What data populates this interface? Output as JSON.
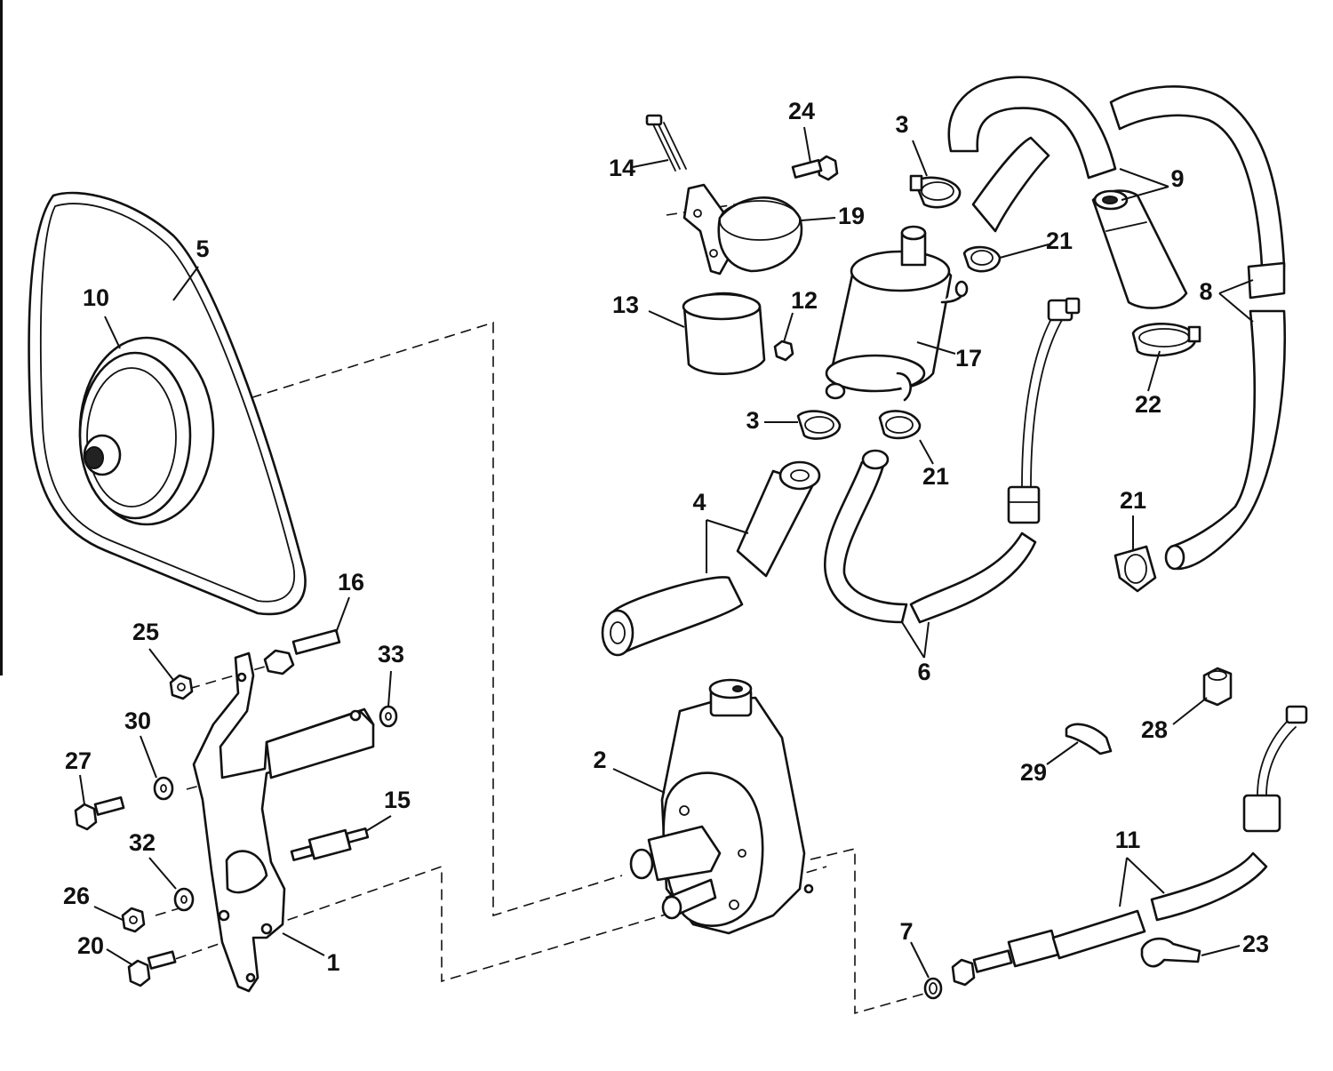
{
  "callouts": [
    {
      "id": "c1",
      "text": "1"
    },
    {
      "id": "c2",
      "text": "2"
    },
    {
      "id": "c3a",
      "text": "3"
    },
    {
      "id": "c3b",
      "text": "3"
    },
    {
      "id": "c4",
      "text": "4"
    },
    {
      "id": "c5",
      "text": "5"
    },
    {
      "id": "c6",
      "text": "6"
    },
    {
      "id": "c7",
      "text": "7"
    },
    {
      "id": "c8",
      "text": "8"
    },
    {
      "id": "c9",
      "text": "9"
    },
    {
      "id": "c10",
      "text": "10"
    },
    {
      "id": "c11",
      "text": "11"
    },
    {
      "id": "c12",
      "text": "12"
    },
    {
      "id": "c13",
      "text": "13"
    },
    {
      "id": "c14",
      "text": "14"
    },
    {
      "id": "c15",
      "text": "15"
    },
    {
      "id": "c16",
      "text": "16"
    },
    {
      "id": "c17",
      "text": "17"
    },
    {
      "id": "c19",
      "text": "19"
    },
    {
      "id": "c20",
      "text": "20"
    },
    {
      "id": "c21a",
      "text": "21"
    },
    {
      "id": "c21b",
      "text": "21"
    },
    {
      "id": "c21c",
      "text": "21"
    },
    {
      "id": "c22",
      "text": "22"
    },
    {
      "id": "c23",
      "text": "23"
    },
    {
      "id": "c24",
      "text": "24"
    },
    {
      "id": "c25",
      "text": "25"
    },
    {
      "id": "c26",
      "text": "26"
    },
    {
      "id": "c27",
      "text": "27"
    },
    {
      "id": "c28",
      "text": "28"
    },
    {
      "id": "c29",
      "text": "29"
    },
    {
      "id": "c30",
      "text": "30"
    },
    {
      "id": "c32",
      "text": "32"
    },
    {
      "id": "c33",
      "text": "33"
    }
  ]
}
